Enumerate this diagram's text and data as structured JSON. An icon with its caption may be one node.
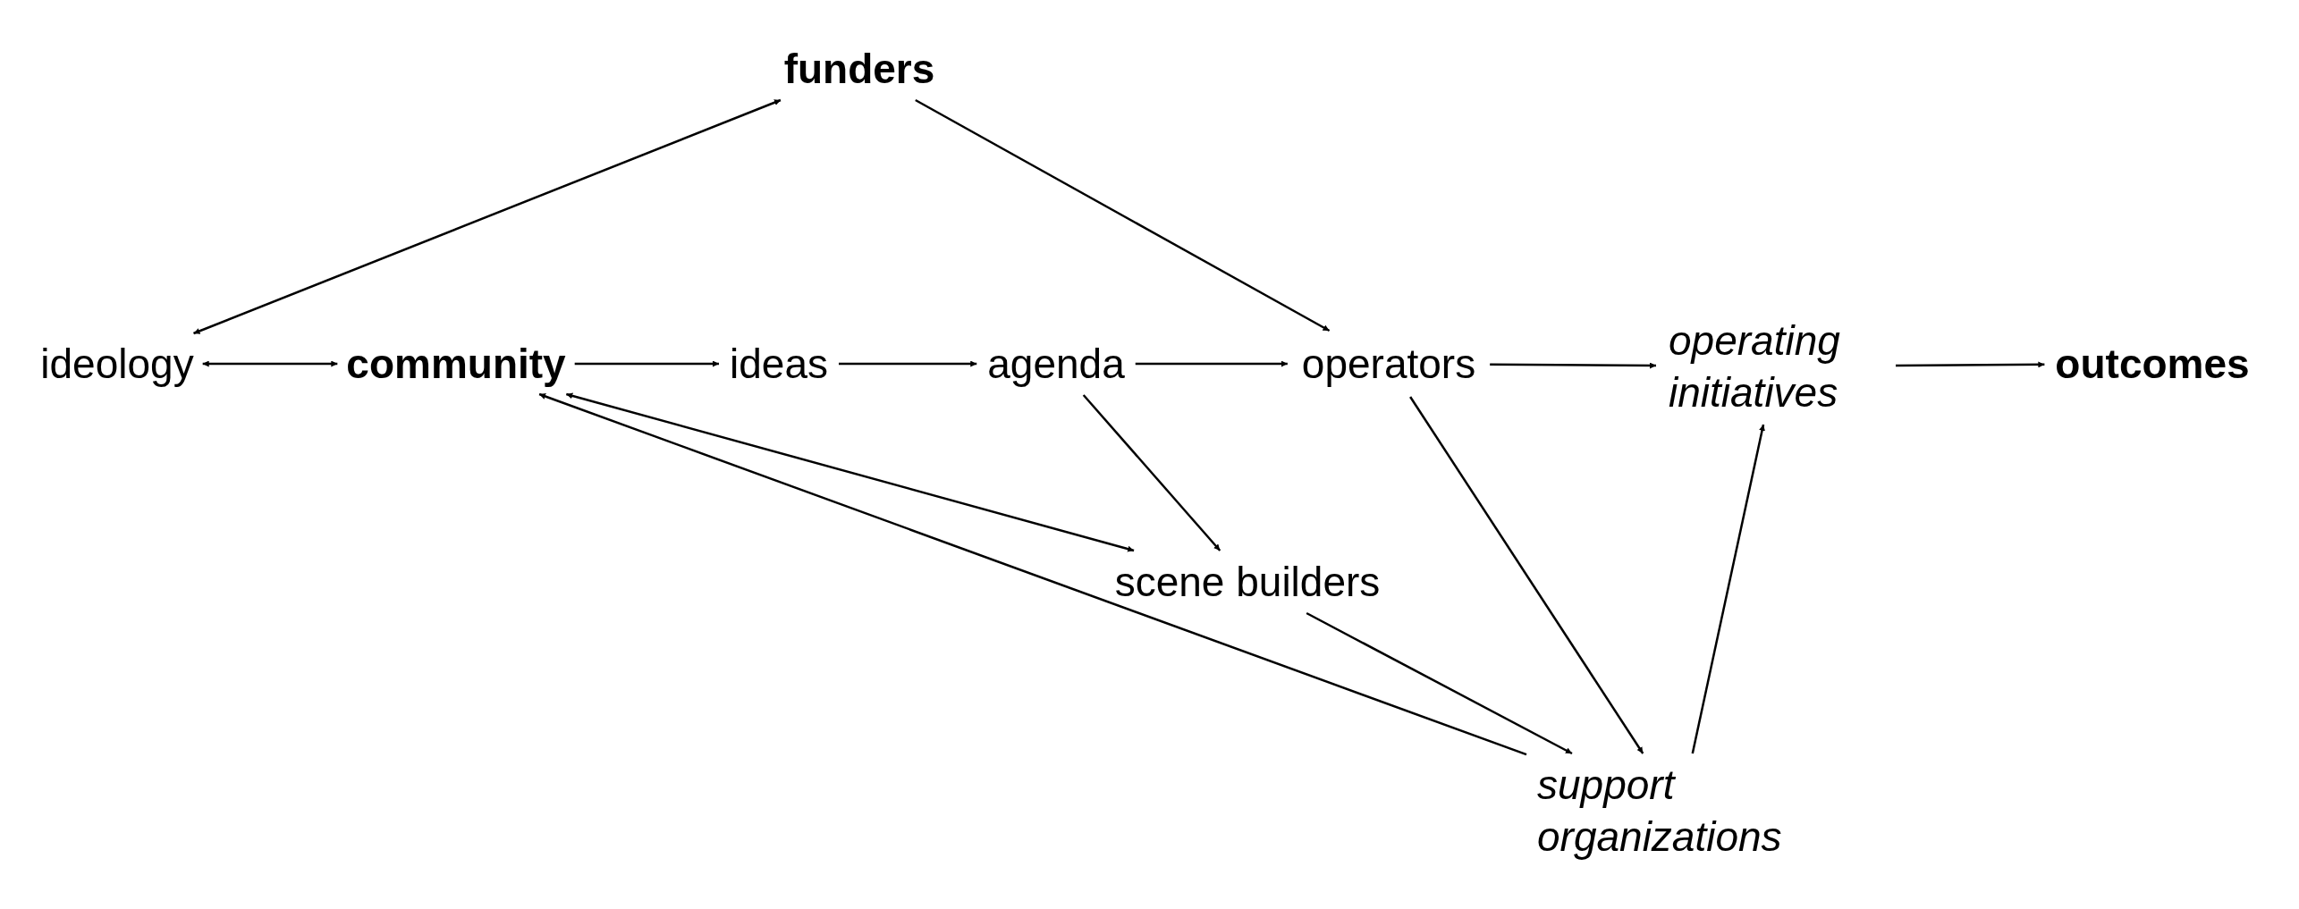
{
  "diagram": {
    "nodes": [
      {
        "text": [
          "funders"
        ]
      },
      {
        "text": [
          "ideology"
        ]
      },
      {
        "text": [
          "community"
        ]
      },
      {
        "text": [
          "ideas"
        ]
      },
      {
        "text": [
          "agenda"
        ]
      },
      {
        "text": [
          "operators"
        ]
      },
      {
        "text": [
          "operating initiatives"
        ]
      },
      {
        "text": [
          "outcomes"
        ]
      },
      {
        "text": [
          "scene builders"
        ]
      },
      {
        "text": [
          "support organizations"
        ]
      }
    ],
    "edges": [
      {
        "from": 1,
        "to": 0,
        "arrow": "both"
      },
      {
        "from": 0,
        "to": 5,
        "arrow": "to"
      },
      {
        "from": 1,
        "to": 2,
        "arrow": "both"
      },
      {
        "from": 2,
        "to": 3,
        "arrow": "to"
      },
      {
        "from": 3,
        "to": 4,
        "arrow": "to"
      },
      {
        "from": 4,
        "to": 5,
        "arrow": "to"
      },
      {
        "from": 5,
        "to": 6,
        "arrow": "to"
      },
      {
        "from": 6,
        "to": 7,
        "arrow": "to"
      },
      {
        "from": 4,
        "to": 8,
        "arrow": "to"
      },
      {
        "from": 2,
        "to": 8,
        "arrow": "both"
      },
      {
        "from": 9,
        "to": 2,
        "arrow": "to"
      },
      {
        "from": 5,
        "to": 9,
        "arrow": "to"
      },
      {
        "from": 8,
        "to": 9,
        "arrow": "to"
      },
      {
        "from": 9,
        "to": 6,
        "arrow": "to"
      }
    ]
  }
}
